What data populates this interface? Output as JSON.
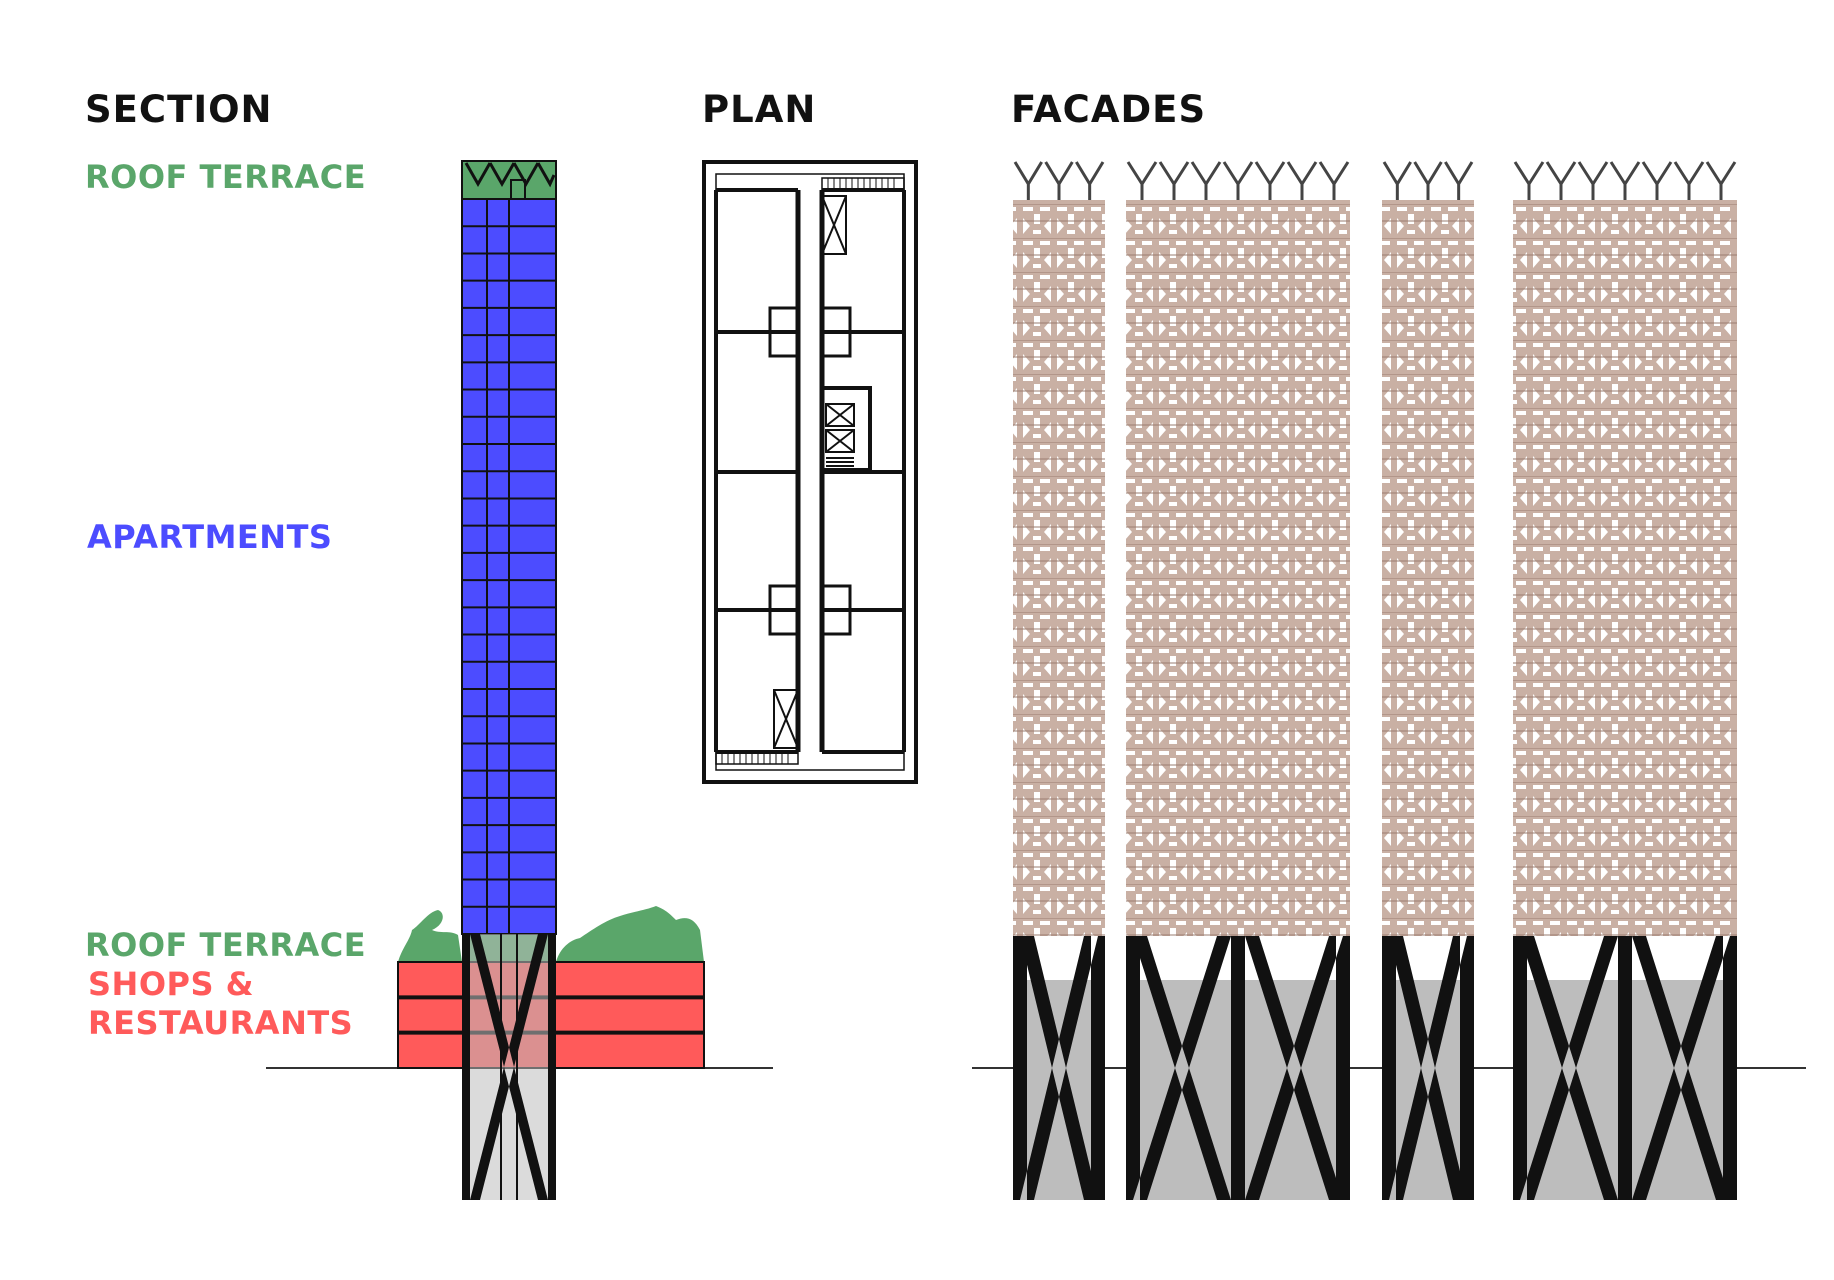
{
  "headings": {
    "section": "SECTION",
    "plan": "PLAN",
    "facades": "FACADES"
  },
  "section_labels": {
    "roof_terrace_top": "ROOF TERRACE",
    "apartments": "APARTMENTS",
    "roof_terrace_podium": "ROOF TERRACE",
    "shops_line1": "SHOPS &",
    "shops_line2": "RESTAURANTS"
  },
  "colors": {
    "roof_terrace": "#5aa66a",
    "apartments": "#4c4cff",
    "shops_restaurants": "#ff5a5a",
    "facade_screen": "#b89a8a",
    "structure": "#111111",
    "ground_fill": "#bdbdbd"
  },
  "section_model": {
    "apartment_floor_count": 27,
    "podium_floor_count": 3
  },
  "facades": [
    {
      "name": "facade-1",
      "crown_modules": 3,
      "bracing": "single-x"
    },
    {
      "name": "facade-2",
      "crown_modules": 7,
      "bracing": "double-x"
    },
    {
      "name": "facade-3",
      "crown_modules": 3,
      "bracing": "single-x"
    },
    {
      "name": "facade-4",
      "crown_modules": 7,
      "bracing": "double-x"
    }
  ]
}
